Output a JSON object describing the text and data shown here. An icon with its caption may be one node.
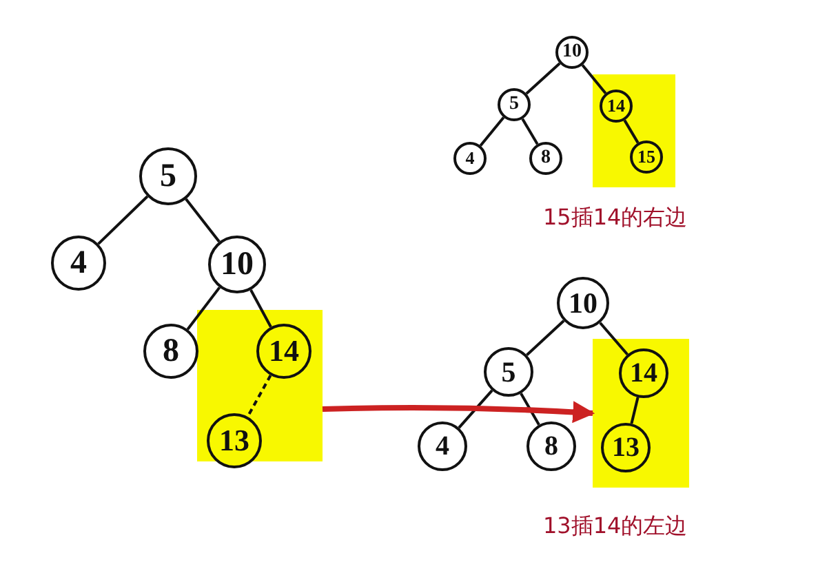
{
  "diagram": {
    "nodes": [
      {
        "text": [],
        "shape": "box"
      },
      {
        "text": [
          "10"
        ]
      },
      {
        "text": [
          "5"
        ]
      },
      {
        "text": [
          "14"
        ],
        "in": 0
      },
      {
        "text": [
          "4"
        ]
      },
      {
        "text": [
          "8"
        ]
      },
      {
        "text": [
          "15"
        ],
        "in": 0
      },
      {
        "text": [
          "5"
        ]
      },
      {
        "text": [
          "4"
        ]
      },
      {
        "text": [
          "10"
        ]
      },
      {
        "text": [],
        "shape": "box"
      },
      {
        "text": [
          "8"
        ]
      },
      {
        "text": [
          "14"
        ],
        "in": 10
      },
      {
        "text": [
          "13"
        ],
        "in": 10
      },
      {
        "text": [
          "10"
        ]
      },
      {
        "text": [
          "5"
        ]
      },
      {
        "text": [],
        "shape": "box"
      },
      {
        "text": [
          "14"
        ],
        "in": 16
      },
      {
        "text": [
          "4"
        ]
      },
      {
        "text": [
          "8"
        ]
      },
      {
        "text": [
          "13"
        ],
        "in": 16
      }
    ],
    "edges": [
      {
        "from": 1,
        "to": 2,
        "arrow": "none"
      },
      {
        "from": 1,
        "to": 3,
        "arrow": "none"
      },
      {
        "from": 2,
        "to": 4,
        "arrow": "none"
      },
      {
        "from": 2,
        "to": 5,
        "arrow": "none"
      },
      {
        "from": 3,
        "to": 6,
        "arrow": "none"
      },
      {
        "from": 7,
        "to": 8,
        "arrow": "none"
      },
      {
        "from": 7,
        "to": 9,
        "arrow": "none"
      },
      {
        "from": 9,
        "to": 11,
        "arrow": "none"
      },
      {
        "from": 9,
        "to": 12,
        "arrow": "none"
      },
      {
        "from": 12,
        "to": 13,
        "arrow": "none",
        "style": "dashed"
      },
      {
        "from": 14,
        "to": 15,
        "arrow": "none"
      },
      {
        "from": 14,
        "to": 17,
        "arrow": "none"
      },
      {
        "from": 15,
        "to": 18,
        "arrow": "none"
      },
      {
        "from": 15,
        "to": 19,
        "arrow": "none"
      },
      {
        "from": 17,
        "to": 20,
        "arrow": "none"
      },
      {
        "from": 10,
        "to": 16,
        "arrow": "to",
        "style": "thick",
        "color": "#cc2222"
      }
    ],
    "labels": [
      "15插14的右边",
      "13插14的左边"
    ]
  }
}
